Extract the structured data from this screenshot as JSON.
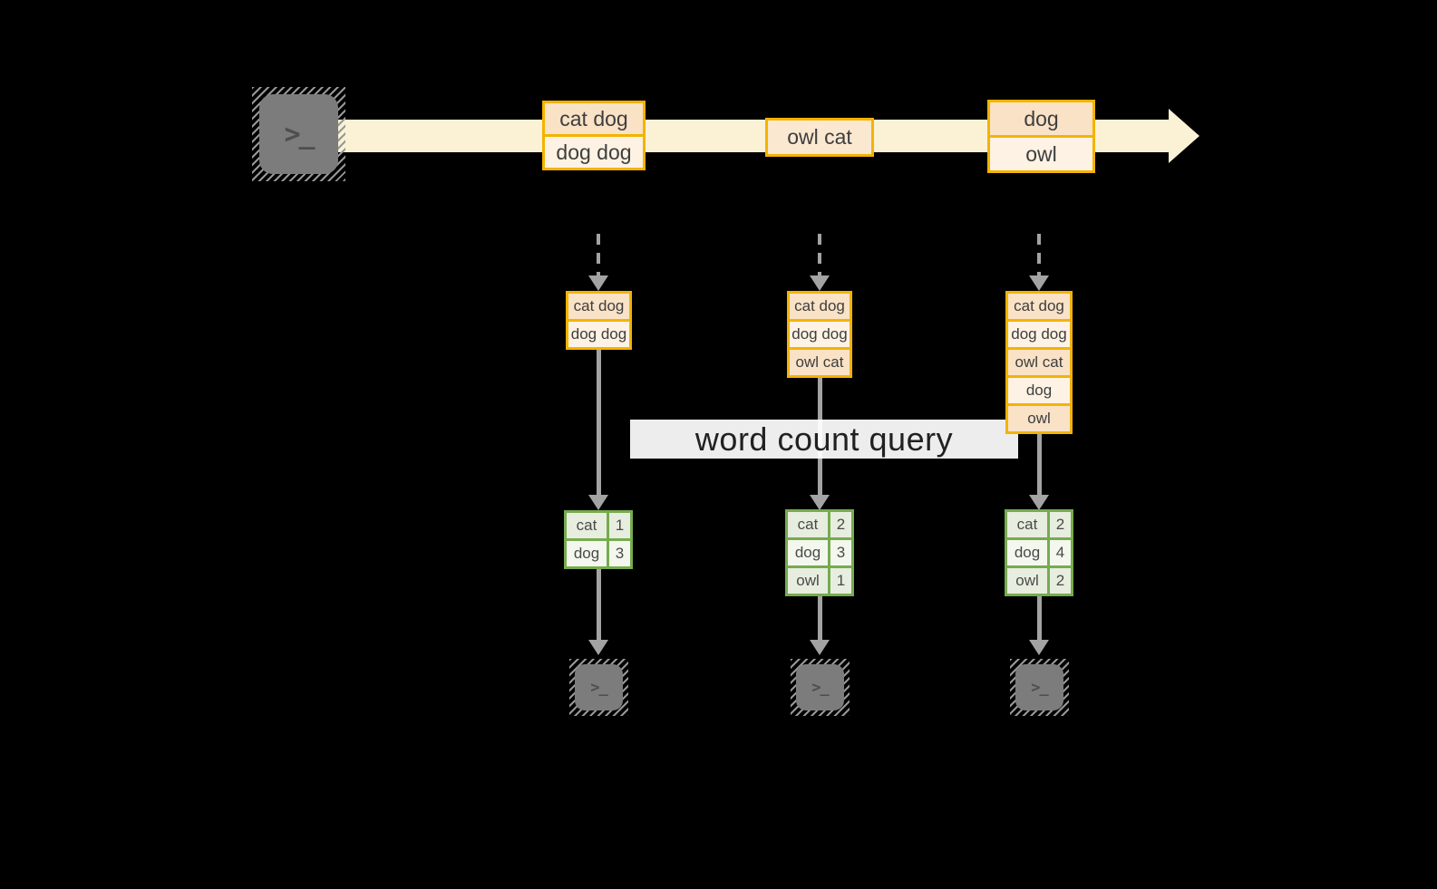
{
  "title": "word count query stream diagram",
  "query_label": "word count query",
  "icons": {
    "source": "terminal-icon",
    "sinks": [
      "terminal-icon",
      "terminal-icon",
      "terminal-icon"
    ],
    "prompt_glyph": ">_"
  },
  "stream_events": [
    {
      "lines": [
        "cat dog",
        "dog dog"
      ]
    },
    {
      "lines": [
        "owl cat"
      ]
    },
    {
      "lines": [
        "dog",
        "owl"
      ]
    }
  ],
  "columns": [
    {
      "buffer": [
        "cat dog",
        "dog dog"
      ],
      "counts": [
        {
          "word": "cat",
          "count": "1"
        },
        {
          "word": "dog",
          "count": "3"
        }
      ]
    },
    {
      "buffer": [
        "cat dog",
        "dog dog",
        "owl cat"
      ],
      "counts": [
        {
          "word": "cat",
          "count": "2"
        },
        {
          "word": "dog",
          "count": "3"
        },
        {
          "word": "owl",
          "count": "1"
        }
      ]
    },
    {
      "buffer": [
        "cat dog",
        "dog dog",
        "owl cat",
        "dog",
        "owl"
      ],
      "counts": [
        {
          "word": "cat",
          "count": "2"
        },
        {
          "word": "dog",
          "count": "4"
        },
        {
          "word": "owl",
          "count": "2"
        }
      ]
    }
  ],
  "colors": {
    "background": "#000000",
    "gold_border": "#F3B300",
    "peach_cell": "#F9E2C6",
    "cream_cell": "#FDF2E3",
    "stream_arrow": "#FBF2D5",
    "gray_arrow": "#A3A3A3",
    "green_border": "#76AB4F",
    "green_cell_dark": "#E7EEDF",
    "green_cell_light": "#F3F7EE",
    "terminal_gray": "#7C7C7C",
    "query_box_bg": "#FFFFFF"
  }
}
